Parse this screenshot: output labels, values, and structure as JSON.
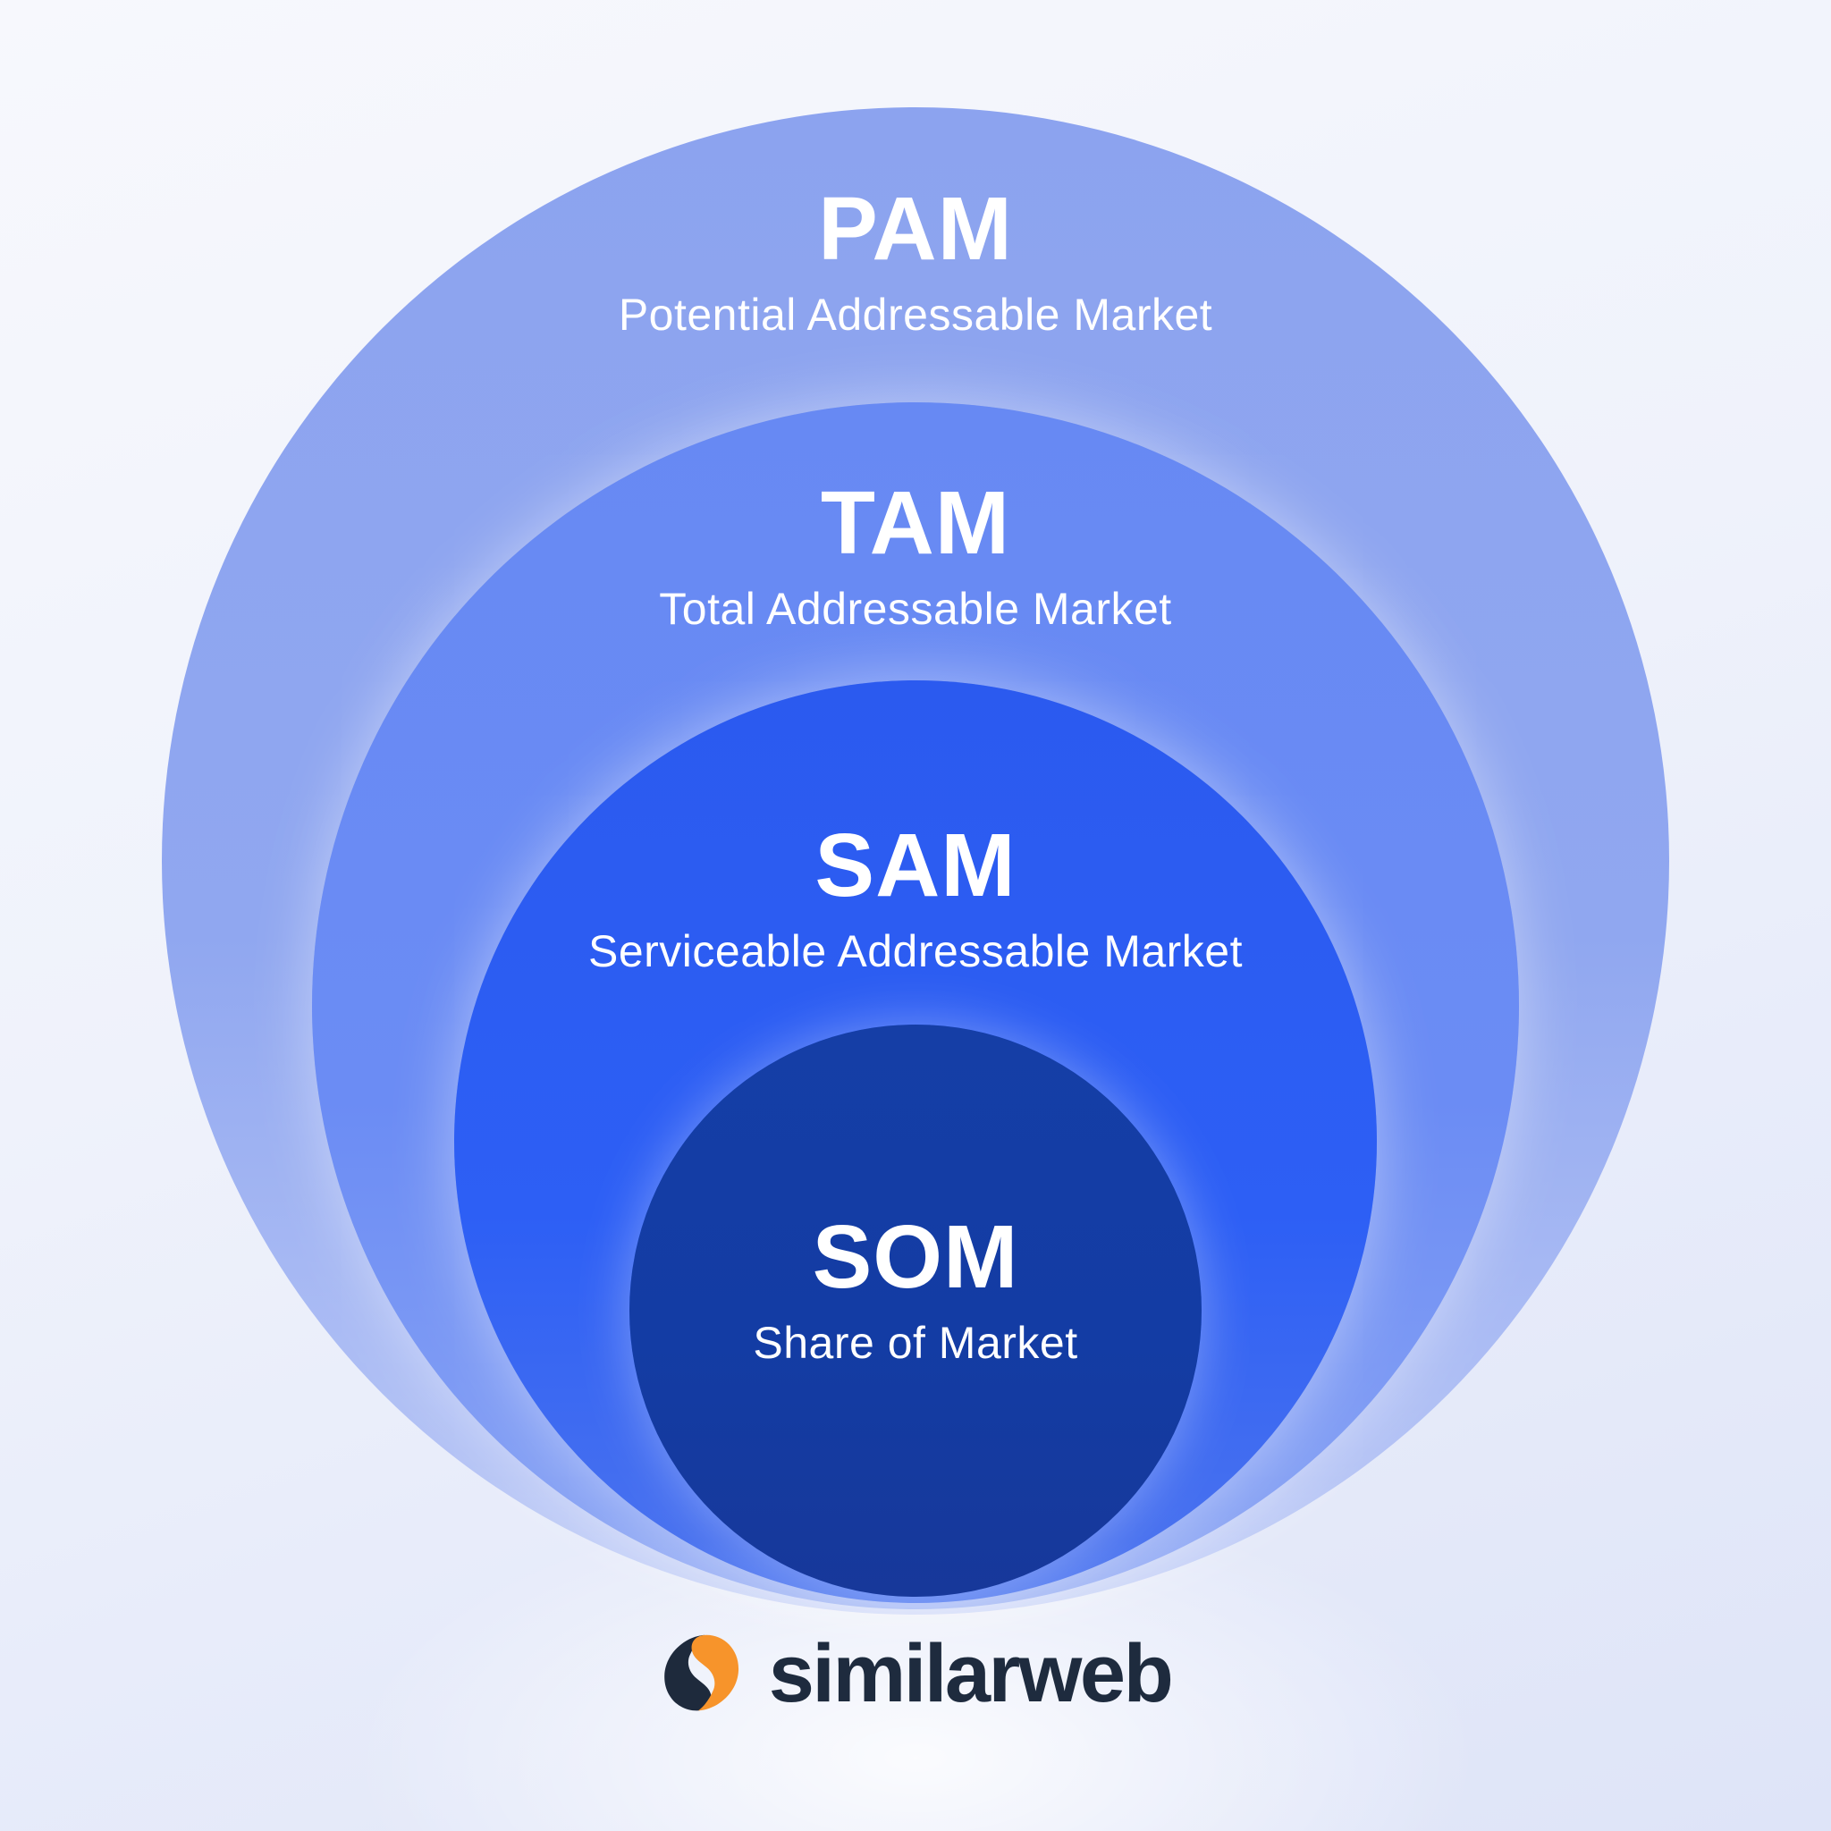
{
  "diagram": {
    "kind": "nested-circles market sizing",
    "text_color": "#FFFFFF",
    "background_top": "#F7F8FD",
    "background_bottom": "#DEE4F8"
  },
  "rings": [
    {
      "abbr": "PAM",
      "name": "Potential Addressable Market",
      "color": "#8CA3EF"
    },
    {
      "abbr": "TAM",
      "name": "Total Addressable Market",
      "color": "#6789F3"
    },
    {
      "abbr": "SAM",
      "name": "Serviceable Addressable Market",
      "color": "#2D5FF5"
    },
    {
      "abbr": "SOM",
      "name": "Share of Market",
      "color": "#143DA6"
    }
  ],
  "logo": {
    "wordmark": "similarweb",
    "mark_dark": "#1E2A3C",
    "mark_orange": "#F7942B",
    "wordmark_color": "#1E2B3E"
  }
}
